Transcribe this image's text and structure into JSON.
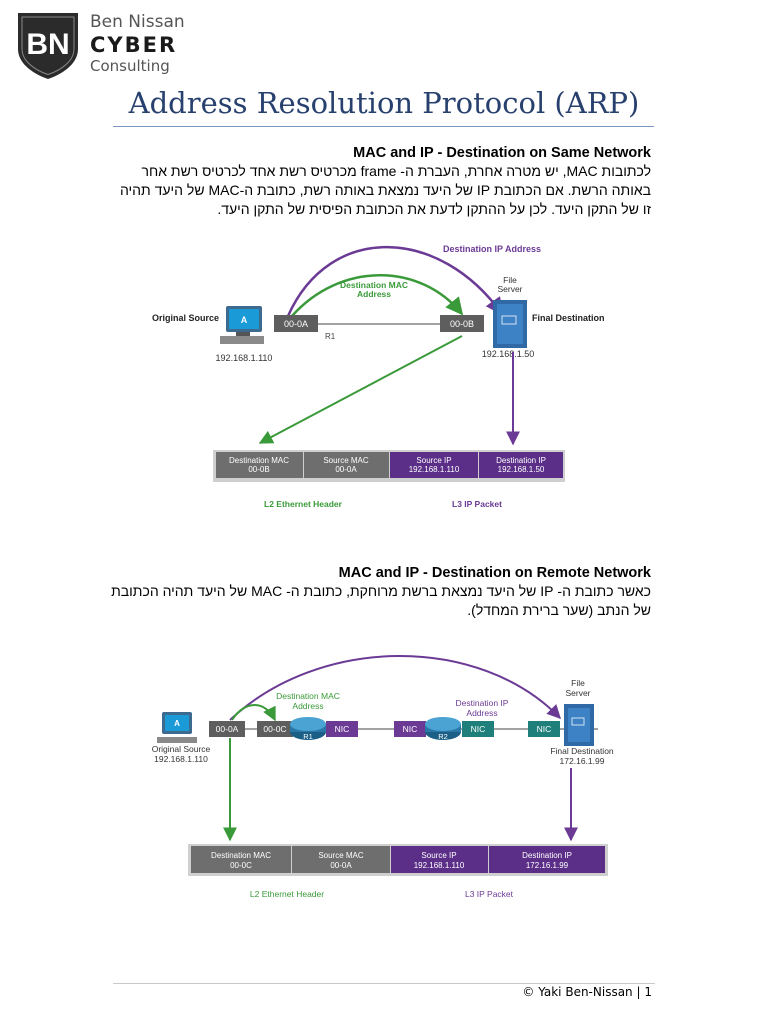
{
  "header": {
    "logo_letters": "BN",
    "brand_line1": "Ben Nissan",
    "brand_line2": "CYBER",
    "brand_line3": "Consulting"
  },
  "title": "Address Resolution Protocol (ARP)",
  "section1": {
    "heading": "MAC and IP - Destination on Same Network",
    "paragraph": "לכתובות MAC, יש מטרה אחרת, העברת ה- frame מכרטיס רשת אחד לכרטיס רשת אחר באותה הרשת. אם הכתובת IP של היעד נמצאת באותה רשת, כתובת ה-MAC של היעד תהיה זו של התקן היעד. לכן על ההתקן לדעת את הכתובת הפיסית של התקן היעד.",
    "diagram": {
      "dest_ip_label": "Destination IP Address",
      "dest_mac_label_1": "Destination MAC",
      "dest_mac_label_2": "Address",
      "file_server_1": "File",
      "file_server_2": "Server",
      "original_source": "Original Source",
      "final_destination": "Final Destination",
      "pc_letter": "A",
      "mac_src": "00-0A",
      "mac_dst": "00-0B",
      "link_label": "R1",
      "src_ip": "192.168.1.110",
      "dst_ip": "192.168.1.50",
      "boxes": [
        {
          "l1": "Destination MAC",
          "l2": "00-0B"
        },
        {
          "l1": "Source MAC",
          "l2": "00-0A"
        },
        {
          "l1": "Source IP",
          "l2": "192.168.1.110"
        },
        {
          "l1": "Destination IP",
          "l2": "192.168.1.50"
        }
      ],
      "l2_label": "L2 Ethernet Header",
      "l3_label": "L3 IP Packet"
    }
  },
  "section2": {
    "heading": "MAC and IP - Destination on Remote Network",
    "paragraph": "כאשר כתובת ה- IP של היעד נמצאת ברשת מרוחקת, כתובת ה- MAC של היעד תהיה הכתובת של הנתב (שער ברירת המחדל).",
    "diagram": {
      "dest_mac_label_1": "Destination MAC",
      "dest_mac_label_2": "Address",
      "dest_ip_label_1": "Destination IP",
      "dest_ip_label_2": "Address",
      "file_server_1": "File",
      "file_server_2": "Server",
      "original_source": "Original Source",
      "final_destination": "Final Destination",
      "pc_letter": "A",
      "mac_src": "00-0A",
      "mac_router": "00-0C",
      "nic": "NIC",
      "r1": "R1",
      "r2": "R2",
      "src_ip": "192.168.1.110",
      "dst_ip": "172.16.1.99",
      "boxes": [
        {
          "l1": "Destination MAC",
          "l2": "00-0C"
        },
        {
          "l1": "Source MAC",
          "l2": "00-0A"
        },
        {
          "l1": "Source IP",
          "l2": "192.168.1.110"
        },
        {
          "l1": "Destination IP",
          "l2": "172.16.1.99"
        }
      ],
      "l2_label": "L2 Ethernet Header",
      "l3_label": "L3 IP Packet"
    }
  },
  "footer": {
    "copyright": "© Yaki Ben-Nissan",
    "page_number": "| 1"
  },
  "colors": {
    "title_blue": "#27406e",
    "green_arrow": "#3a9a3a",
    "purple_arrow": "#6b3a95",
    "gray_box": "#6e6e6e",
    "purple_box": "#5b2f88",
    "teal_nic": "#1f7f7a",
    "shield": "#2b2b2b"
  }
}
